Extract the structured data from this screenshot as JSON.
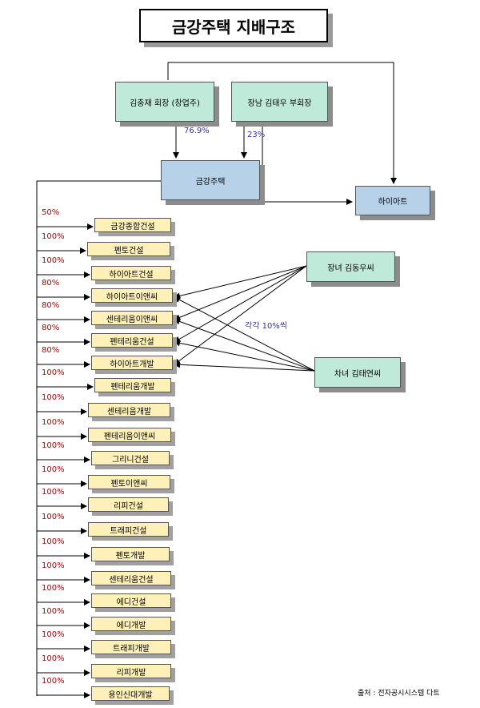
{
  "title": "금강주택 지배구조",
  "owners": {
    "founder": "김충재 회장 (창업주)",
    "son": "장남 김태우 부회장",
    "daughter1": "장녀 김동우씨",
    "daughter2": "차녀 김태연씨"
  },
  "companies": {
    "main": "금강주택",
    "hiart": "하이아트"
  },
  "edge_labels": {
    "founder_to_main": "76.9%",
    "son_to_main": "23%",
    "daughters_each": "각각 10%씩"
  },
  "subsidiaries": [
    {
      "name": "금강종합건설",
      "pct": "50%"
    },
    {
      "name": "펜토건설",
      "pct": "100%"
    },
    {
      "name": "하이아트건설",
      "pct": "100%"
    },
    {
      "name": "하이아트이앤씨",
      "pct": "80%"
    },
    {
      "name": "센테리움이앤씨",
      "pct": "80%"
    },
    {
      "name": "펜테리움건설",
      "pct": "80%"
    },
    {
      "name": "하이아트개발",
      "pct": "80%"
    },
    {
      "name": "펜테리움개발",
      "pct": "100%"
    },
    {
      "name": "센테리움개발",
      "pct": "100%"
    },
    {
      "name": "펜테리움이앤씨",
      "pct": "100%"
    },
    {
      "name": "그리니건설",
      "pct": "100%"
    },
    {
      "name": "펜토이앤씨",
      "pct": "100%"
    },
    {
      "name": "리피건설",
      "pct": "100%"
    },
    {
      "name": "트래피건설",
      "pct": "100%"
    },
    {
      "name": "펜토개발",
      "pct": "100%"
    },
    {
      "name": "센테리움건설",
      "pct": "100%"
    },
    {
      "name": "에디건설",
      "pct": "100%"
    },
    {
      "name": "에디개발",
      "pct": "100%"
    },
    {
      "name": "트래피개발",
      "pct": "100%"
    },
    {
      "name": "리피개발",
      "pct": "100%"
    },
    {
      "name": "용인신대개발",
      "pct": "100%"
    }
  ],
  "source": "출처 : 전자공시시스템 다트"
}
